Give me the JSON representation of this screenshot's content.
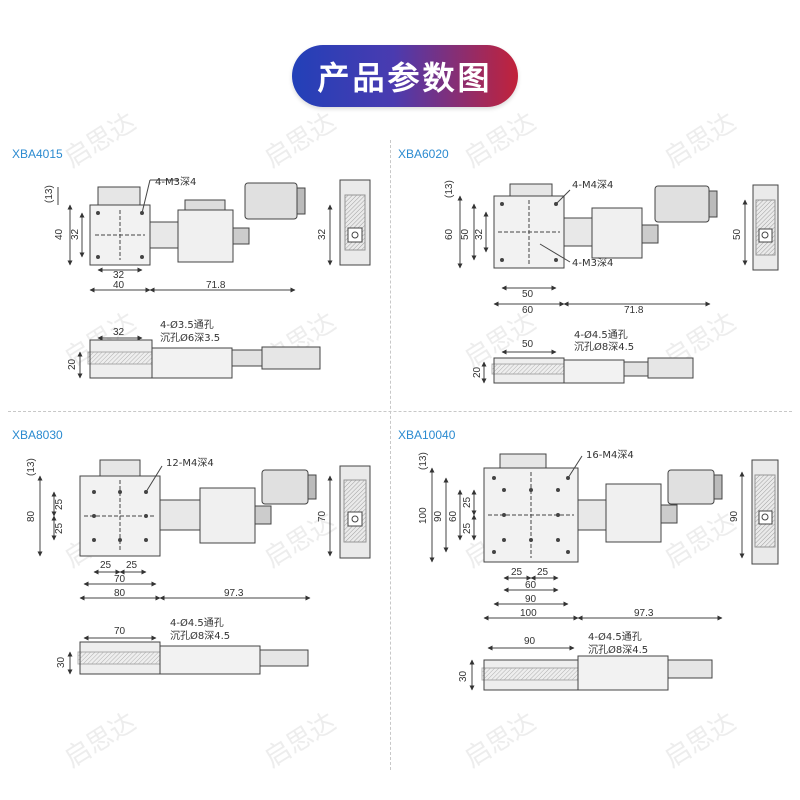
{
  "header": {
    "title": "产品参数图"
  },
  "watermark": "启思达",
  "panels": [
    {
      "model": "XBA4015",
      "top": {
        "dims": [
          "(13)",
          "40",
          "32",
          "32",
          "40",
          "71.8",
          "32"
        ],
        "hole_note": "4-M3深4"
      },
      "side": {
        "dims": [
          "32",
          "20"
        ],
        "notes": [
          "4-Ø3.5通孔",
          "沉孔Ø6深3.5"
        ]
      }
    },
    {
      "model": "XBA6020",
      "top": {
        "dims": [
          "(13)",
          "60",
          "50",
          "32",
          "50",
          "60",
          "71.8",
          "50"
        ],
        "hole_notes": [
          "4-M4深4",
          "4-M3深4"
        ]
      },
      "side": {
        "dims": [
          "50",
          "20"
        ],
        "notes": [
          "4-Ø4.5通孔",
          "沉孔Ø8深4.5"
        ]
      }
    },
    {
      "model": "XBA8030",
      "top": {
        "dims": [
          "(13)",
          "80",
          "25",
          "25",
          "25",
          "25",
          "70",
          "80",
          "97.3",
          "70"
        ],
        "hole_note": "12-M4深4"
      },
      "side": {
        "dims": [
          "70",
          "30"
        ],
        "notes": [
          "4-Ø4.5通孔",
          "沉孔Ø8深4.5"
        ]
      }
    },
    {
      "model": "XBA10040",
      "top": {
        "dims": [
          "(13)",
          "100",
          "90",
          "60",
          "25",
          "25",
          "25",
          "25",
          "60",
          "90",
          "100",
          "97.3",
          "90"
        ],
        "hole_note": "16-M4深4"
      },
      "side": {
        "dims": [
          "90",
          "30"
        ],
        "notes": [
          "4-Ø4.5通孔",
          "沉孔Ø8深4.5"
        ]
      }
    }
  ]
}
